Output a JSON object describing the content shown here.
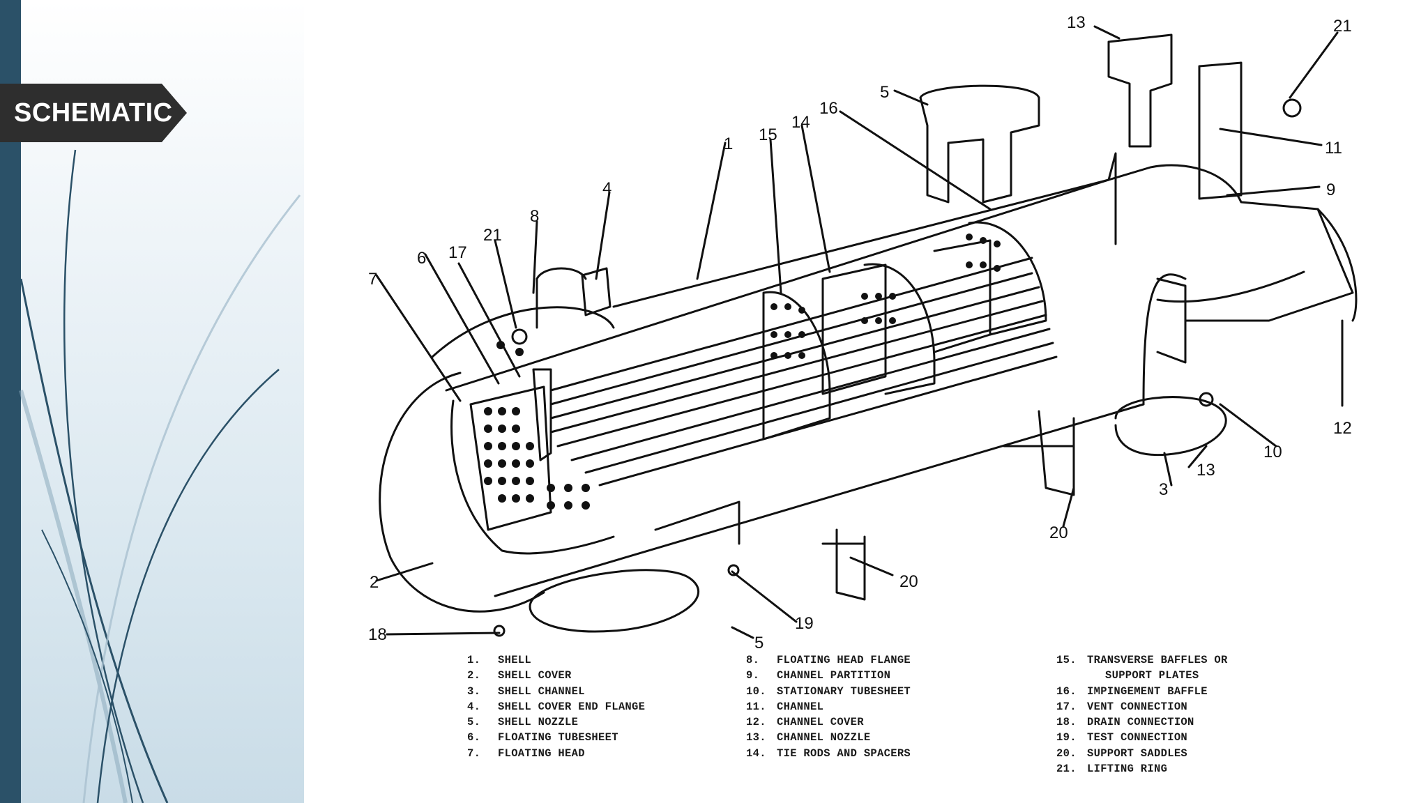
{
  "slide": {
    "tag_label": "SCHEMATIC",
    "colors": {
      "sidebar": "#2b5168",
      "tag": "#2e2e2e",
      "tag_text": "#ffffff",
      "line_art": "#111111"
    }
  },
  "diagram": {
    "callouts": [
      "13",
      "21",
      "5",
      "16",
      "1",
      "15",
      "14",
      "4",
      "8",
      "21",
      "6",
      "17",
      "7",
      "11",
      "9",
      "2",
      "18",
      "12",
      "10",
      "13",
      "3",
      "20",
      "20",
      "19",
      "5"
    ]
  },
  "legend": {
    "col1": [
      {
        "num": "1.",
        "text": "SHELL"
      },
      {
        "num": "2.",
        "text": "SHELL COVER"
      },
      {
        "num": "3.",
        "text": "SHELL CHANNEL"
      },
      {
        "num": "4.",
        "text": "SHELL COVER END FLANGE"
      },
      {
        "num": "5.",
        "text": "SHELL NOZZLE"
      },
      {
        "num": "6.",
        "text": "FLOATING TUBESHEET"
      },
      {
        "num": "7.",
        "text": "FLOATING HEAD"
      }
    ],
    "col2": [
      {
        "num": "8.",
        "text": "FLOATING HEAD FLANGE"
      },
      {
        "num": "9.",
        "text": "CHANNEL PARTITION"
      },
      {
        "num": "10.",
        "text": "STATIONARY TUBESHEET"
      },
      {
        "num": "11.",
        "text": "CHANNEL"
      },
      {
        "num": "12.",
        "text": "CHANNEL COVER"
      },
      {
        "num": "13.",
        "text": "CHANNEL NOZZLE"
      },
      {
        "num": "14.",
        "text": "TIE RODS AND SPACERS"
      }
    ],
    "col3": [
      {
        "num": "15.",
        "text": "TRANSVERSE BAFFLES OR"
      },
      {
        "num": "",
        "text": "SUPPORT PLATES"
      },
      {
        "num": "16.",
        "text": "IMPINGEMENT BAFFLE"
      },
      {
        "num": "17.",
        "text": "VENT CONNECTION"
      },
      {
        "num": "18.",
        "text": "DRAIN CONNECTION"
      },
      {
        "num": "19.",
        "text": "TEST CONNECTION"
      },
      {
        "num": "20.",
        "text": "SUPPORT SADDLES"
      },
      {
        "num": "21.",
        "text": "LIFTING RING"
      }
    ]
  }
}
